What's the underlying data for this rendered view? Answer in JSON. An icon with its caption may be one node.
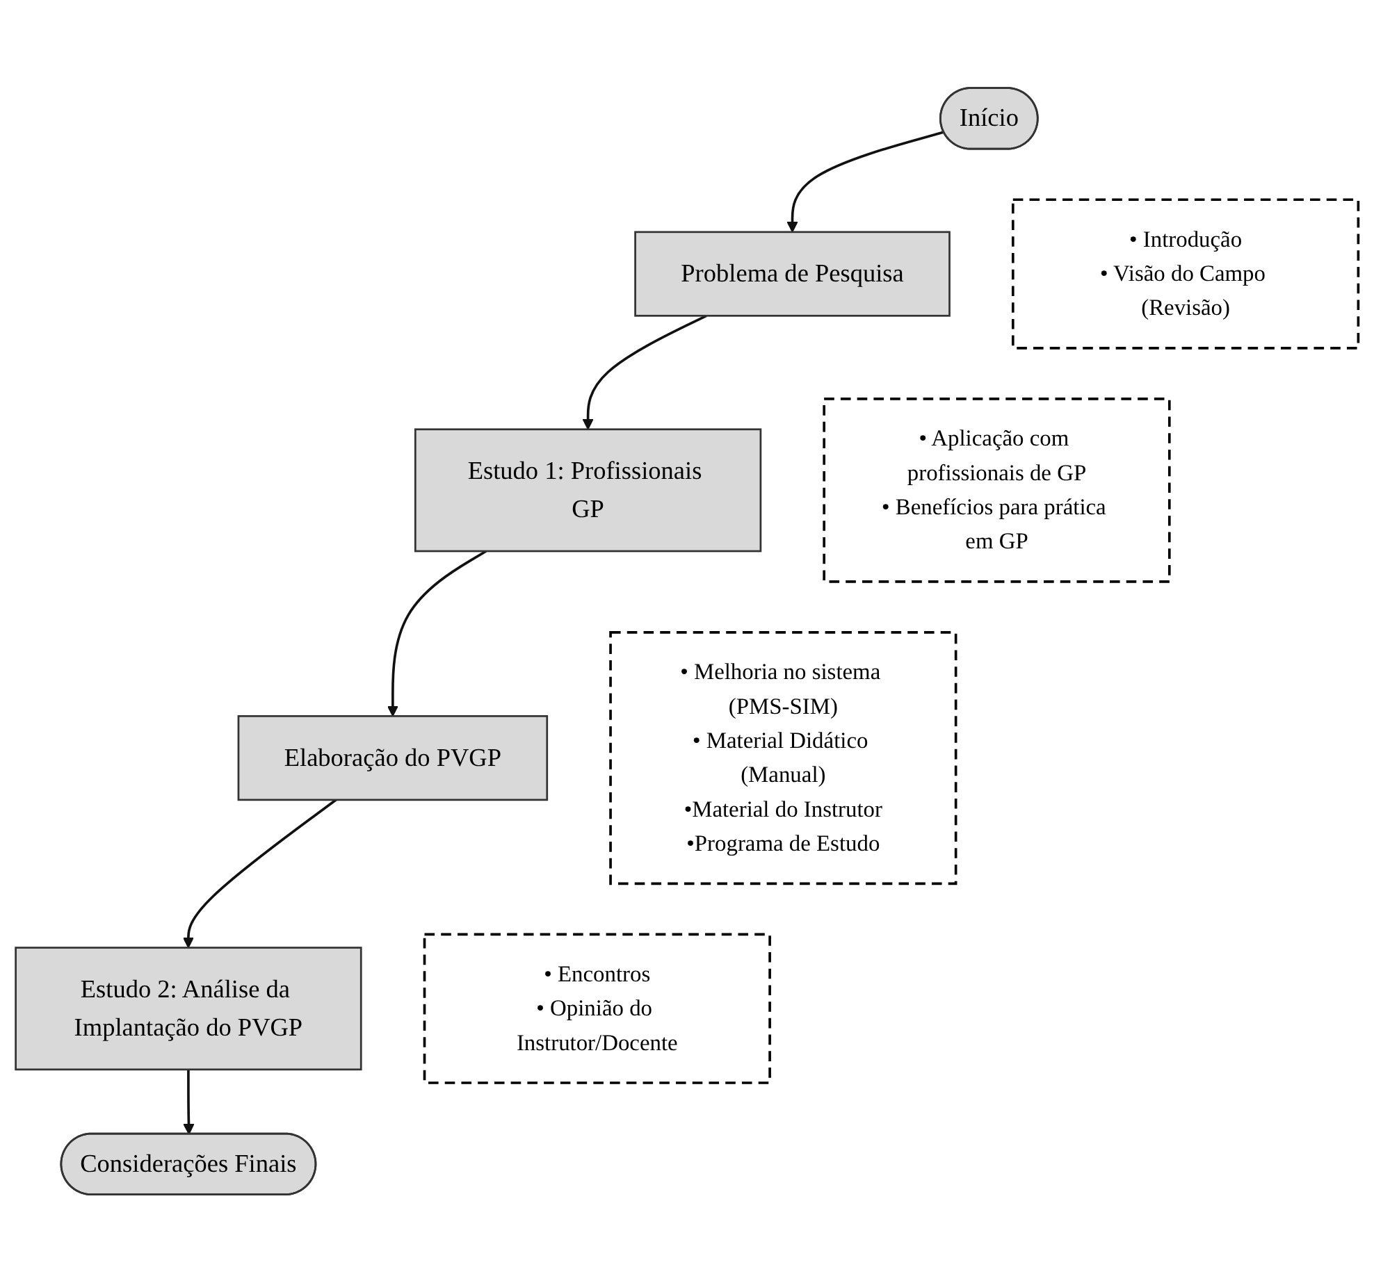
{
  "diagram": {
    "nodes": [
      {
        "text": [
          "Início"
        ]
      },
      {
        "text": [
          "Problema de Pesquisa"
        ]
      },
      {
        "text": [
          "Estudo 1: Profissionais GP"
        ]
      },
      {
        "text": [
          "Elaboração do PVGP"
        ]
      },
      {
        "text": [
          "Estudo 2: Análise da Implantação do PVGP"
        ]
      },
      {
        "text": [
          "Considerações Finais"
        ]
      },
      {
        "text": [
          "• Introdução",
          "• Visão do Campo (Revisão)"
        ]
      },
      {
        "text": [
          "• Aplicação com profissionais de GP",
          "• Benefícios para prática em GP"
        ]
      },
      {
        "text": [
          "• Melhoria no sistema (PMS-SIM)",
          "• Material Didático (Manual)",
          "•Material do Instrutor",
          "•Programa de Estudo"
        ]
      },
      {
        "text": [
          "• Encontros",
          "• Opinião do Instrutor/Docente"
        ]
      }
    ],
    "edges": [
      {
        "from": 0,
        "to": 1,
        "arrow": "to"
      },
      {
        "from": 1,
        "to": 2,
        "arrow": "to"
      },
      {
        "from": 2,
        "to": 3,
        "arrow": "to"
      },
      {
        "from": 3,
        "to": 4,
        "arrow": "to"
      },
      {
        "from": 4,
        "to": 5,
        "arrow": "to"
      }
    ]
  }
}
